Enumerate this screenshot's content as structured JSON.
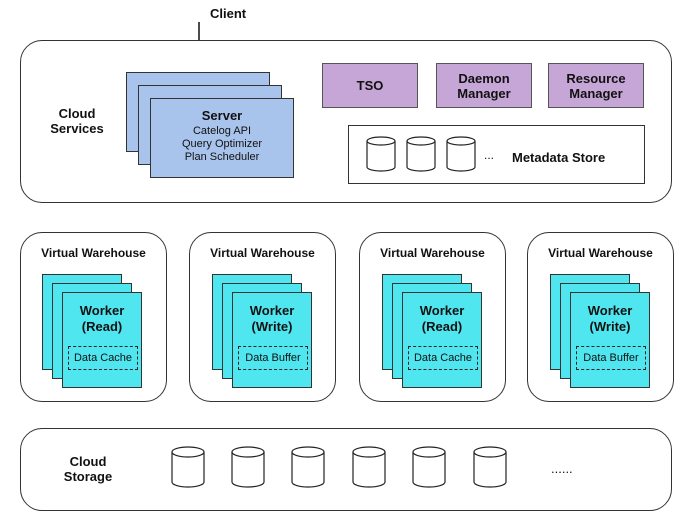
{
  "client": {
    "label": "Client"
  },
  "cloud_services": {
    "label_line1": "Cloud",
    "label_line2": "Services",
    "server": {
      "title": "Server",
      "lines": [
        "Catelog API",
        "Query Optimizer",
        "Plan Scheduler"
      ]
    },
    "tso": "TSO",
    "daemon_manager": {
      "line1": "Daemon",
      "line2": "Manager"
    },
    "resource_manager": {
      "line1": "Resource",
      "line2": "Manager"
    },
    "metadata_store": {
      "ellipsis": "...",
      "label": "Metadata Store"
    }
  },
  "warehouses": [
    {
      "title": "Virtual Warehouse",
      "worker_line1": "Worker",
      "worker_line2": "(Read)",
      "inner": "Data Cache"
    },
    {
      "title": "Virtual Warehouse",
      "worker_line1": "Worker",
      "worker_line2": "(Write)",
      "inner": "Data Buffer"
    },
    {
      "title": "Virtual Warehouse",
      "worker_line1": "Worker",
      "worker_line2": "(Read)",
      "inner": "Data Cache"
    },
    {
      "title": "Virtual Warehouse",
      "worker_line1": "Worker",
      "worker_line2": "(Write)",
      "inner": "Data Buffer"
    }
  ],
  "cloud_storage": {
    "label_line1": "Cloud",
    "label_line2": "Storage",
    "ellipsis": "......"
  },
  "colors": {
    "server_card": "#a9c4ec",
    "purple_box": "#c6a6d6",
    "worker_card": "#4fe6f0"
  },
  "icons": [
    "arrow-down-icon",
    "database-cylinder-icon"
  ]
}
